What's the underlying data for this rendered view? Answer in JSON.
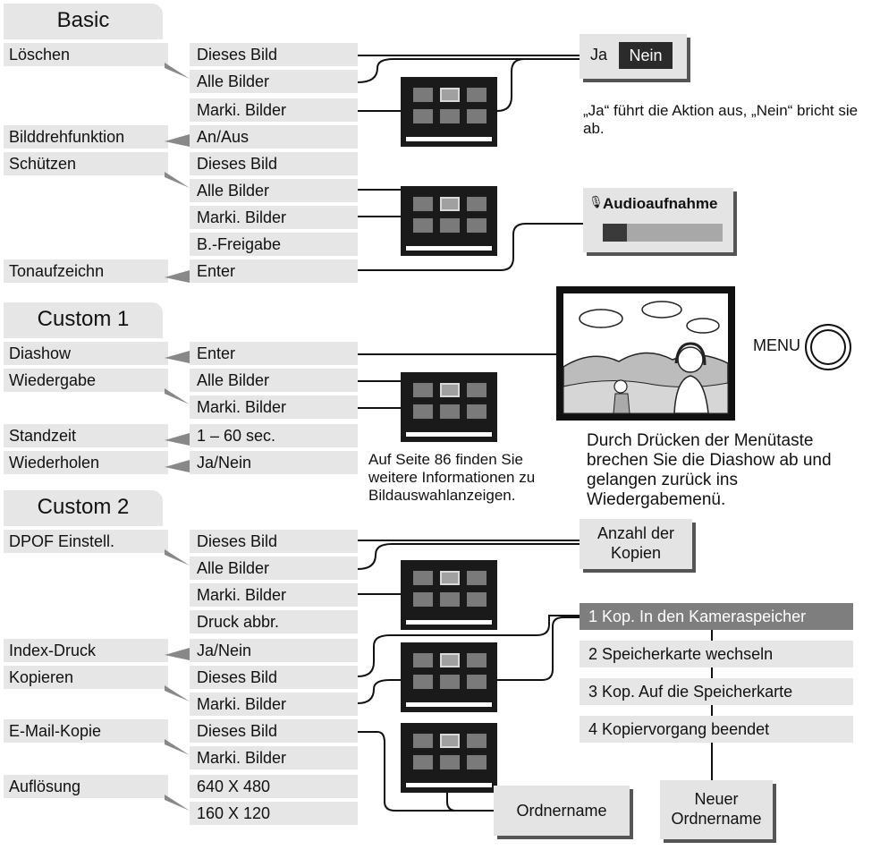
{
  "sections": {
    "basic": "Basic",
    "custom1": "Custom 1",
    "custom2": "Custom 2"
  },
  "basic": {
    "loeschen": {
      "label": "Löschen",
      "options": [
        "Dieses Bild",
        "Alle Bilder",
        "Marki. Bilder"
      ]
    },
    "bilddreh": {
      "label": "Bilddrehfunktion",
      "options": [
        "An/Aus"
      ]
    },
    "schuetzen": {
      "label": "Schützen",
      "options": [
        "Dieses Bild",
        "Alle Bilder",
        "Marki. Bilder",
        "B.-Freigabe"
      ]
    },
    "ton": {
      "label": "Tonaufzeichn",
      "options": [
        "Enter"
      ]
    }
  },
  "custom1": {
    "diashow": {
      "label": "Diashow",
      "options": [
        "Enter"
      ]
    },
    "wiedergabe": {
      "label": "Wiedergabe",
      "options": [
        "Alle Bilder",
        "Marki. Bilder"
      ]
    },
    "standzeit": {
      "label": "Standzeit",
      "options": [
        "1 – 60 sec."
      ]
    },
    "wiederholen": {
      "label": "Wiederholen",
      "options": [
        "Ja/Nein"
      ]
    }
  },
  "custom2": {
    "dpof": {
      "label": "DPOF Einstell.",
      "options": [
        "Dieses Bild",
        "Alle Bilder",
        "Marki. Bilder",
        "Druck abbr."
      ]
    },
    "index": {
      "label": "Index-Druck",
      "options": [
        "Ja/Nein"
      ]
    },
    "kopieren": {
      "label": "Kopieren",
      "options": [
        "Dieses Bild",
        "Marki. Bilder"
      ]
    },
    "email": {
      "label": "E-Mail-Kopie",
      "options": [
        "Dieses Bild",
        "Marki. Bilder"
      ]
    },
    "aufloesung": {
      "label": "Auflösung",
      "options": [
        "640 X 480",
        "160 X 120"
      ]
    }
  },
  "dialogs": {
    "confirm_yes": "Ja",
    "confirm_no": "Nein",
    "confirm_note": "„Ja“ führt die Aktion aus, „Nein“ bricht sie ab.",
    "audio_title": "Audioaufnahme",
    "audio_progress": 0.2,
    "menu_label": "MENU",
    "slideshow_note": "Durch Drücken der Menütaste brechen Sie die Diashow ab und gelangen zurück ins Wiedergabemenü.",
    "page_ref_note": "Auf Seite 86 finden Sie weitere Informationen zu Bildauswahlanzeigen.",
    "copies": "Anzahl der Kopien",
    "folder_name": "Ordnername",
    "new_folder_name": "Neuer Ordnername"
  },
  "copy_steps": [
    "1 Kop. In den Kameraspeicher",
    "2 Speicherkarte wechseln",
    "3 Kop. Auf die Speicherkarte",
    "4 Kopiervorgang beendet"
  ]
}
